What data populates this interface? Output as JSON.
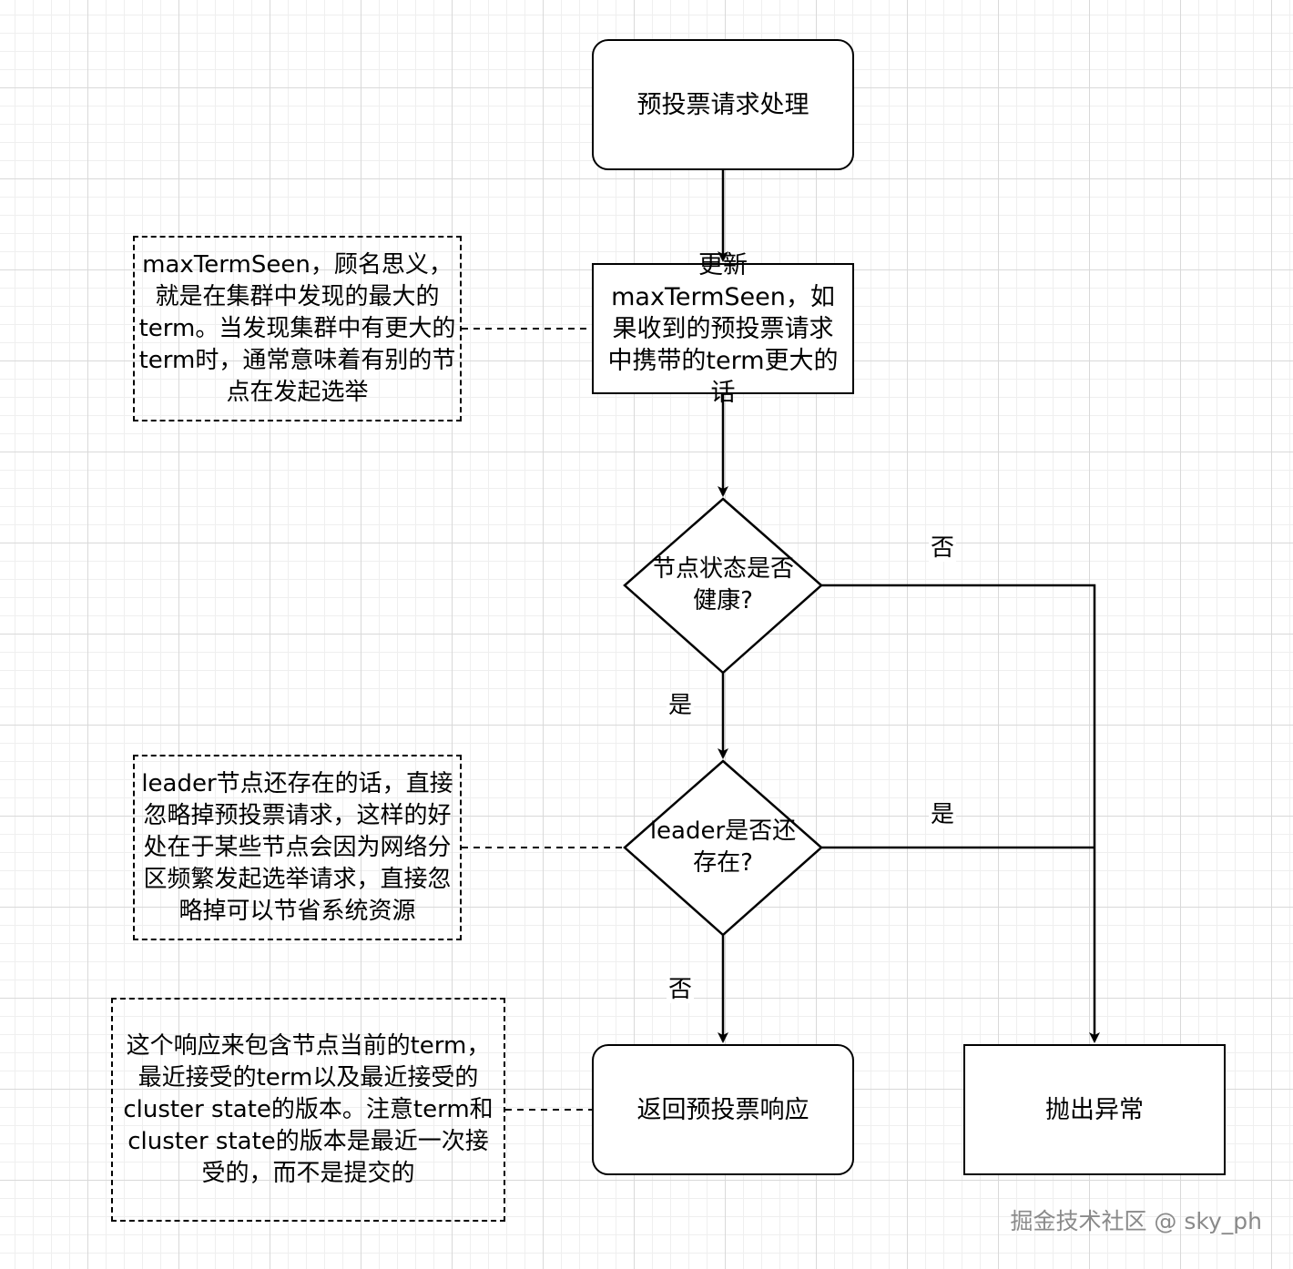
{
  "nodes": {
    "start": "预投票请求处理",
    "update_max_term": "更新maxTermSeen，如果收到的预投票请求中携带的term更大的话",
    "healthy_check": "节点状态是否健康?",
    "leader_check": "leader是否还存在?",
    "return_response": "返回预投票响应",
    "throw_exception": "抛出异常"
  },
  "notes": {
    "max_term_note": "maxTermSeen，顾名思义，就是在集群中发现的最大的term。当发现集群中有更大的term时，通常意味着有别的节点在发起选举",
    "leader_note": "leader节点还存在的话，直接忽略掉预投票请求，这样的好处在于某些节点会因为网络分区频繁发起选举请求，直接忽略掉可以节省系统资源",
    "response_note": "这个响应来包含节点当前的term，最近接受的term以及最近接受的cluster state的版本。注意term和cluster state的版本是最近一次接受的，而不是提交的"
  },
  "edge_labels": {
    "healthy_no": "否",
    "healthy_yes": "是",
    "leader_yes": "是",
    "leader_no": "否"
  },
  "watermark": "掘金技术社区 @ sky_ph"
}
